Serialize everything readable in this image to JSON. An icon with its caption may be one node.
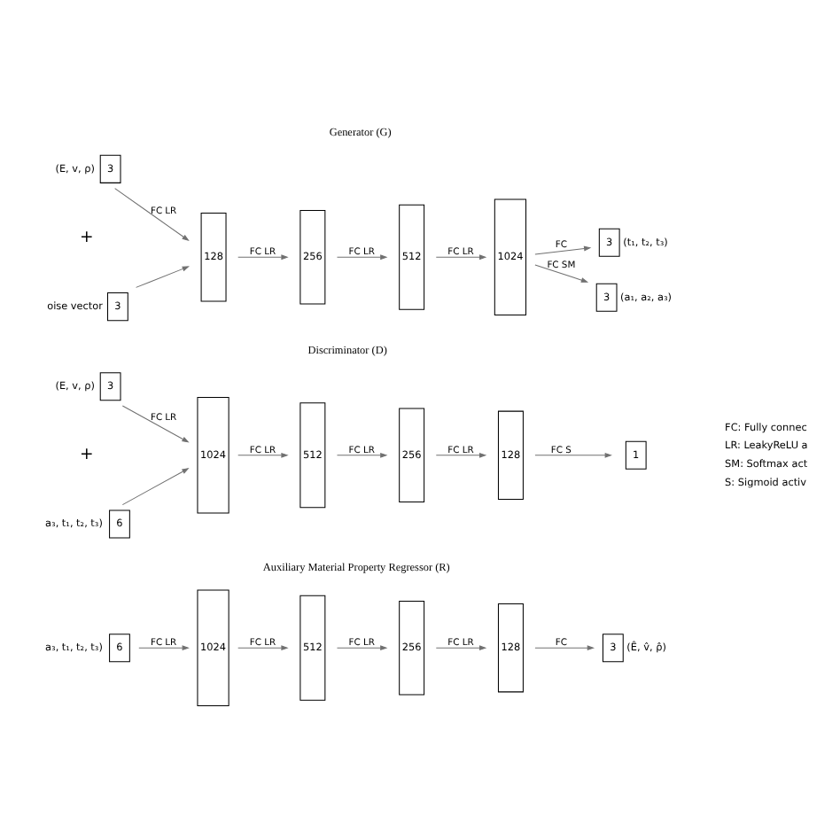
{
  "diagram": {
    "nodes": [
      {
        "text": [
          "3"
        ],
        "beside": [
          "(E, v, ρ)"
        ]
      },
      {
        "text": [
          "3"
        ],
        "beside": [
          "oise vector"
        ]
      },
      {
        "text": [
          "128"
        ]
      },
      {
        "text": [
          "256"
        ]
      },
      {
        "text": [
          "512"
        ]
      },
      {
        "text": [
          "1024"
        ]
      },
      {
        "text": [
          "3"
        ],
        "beside": [
          "(a₁, a₂, a₃)"
        ]
      },
      {
        "text": [
          "3"
        ],
        "beside": [
          "(t₁, t₂, t₃)"
        ]
      },
      {
        "text": [
          "3"
        ],
        "beside": [
          "(E, v, ρ)"
        ]
      },
      {
        "text": [
          "6"
        ],
        "beside": [
          "a₃, t₁, t₂, t₃)"
        ]
      },
      {
        "text": [
          "1024"
        ]
      },
      {
        "text": [
          "512"
        ]
      },
      {
        "text": [
          "256"
        ]
      },
      {
        "text": [
          "128"
        ]
      },
      {
        "text": [
          "1"
        ]
      },
      {
        "text": [
          "6"
        ],
        "beside": [
          "a₃, t₁, t₂, t₃)"
        ]
      },
      {
        "text": [
          "1024"
        ]
      },
      {
        "text": [
          "512"
        ]
      },
      {
        "text": [
          "256"
        ]
      },
      {
        "text": [
          "128"
        ]
      },
      {
        "text": [
          "3"
        ],
        "beside": [
          "(Ê, v̂, ρ̂)"
        ]
      }
    ],
    "edges": [
      {
        "from": 0,
        "to": 2,
        "arrow": "to",
        "label": "FC LR"
      },
      {
        "from": 1,
        "to": 2,
        "arrow": "to"
      },
      {
        "from": 2,
        "to": 3,
        "arrow": "to",
        "label": "FC LR"
      },
      {
        "from": 3,
        "to": 4,
        "arrow": "to",
        "label": "FC LR"
      },
      {
        "from": 4,
        "to": 5,
        "arrow": "to",
        "label": "FC LR"
      },
      {
        "from": 5,
        "to": 6,
        "arrow": "to",
        "label": "FC SM"
      },
      {
        "from": 5,
        "to": 7,
        "arrow": "to",
        "label": "FC"
      },
      {
        "from": 8,
        "to": 10,
        "arrow": "to",
        "label": "FC LR"
      },
      {
        "from": 9,
        "to": 10,
        "arrow": "to"
      },
      {
        "from": 10,
        "to": 11,
        "arrow": "to",
        "label": "FC LR"
      },
      {
        "from": 11,
        "to": 12,
        "arrow": "to",
        "label": "FC LR"
      },
      {
        "from": 12,
        "to": 13,
        "arrow": "to",
        "label": "FC LR"
      },
      {
        "from": 13,
        "to": 14,
        "arrow": "to",
        "label": "FC S"
      },
      {
        "from": 15,
        "to": 16,
        "arrow": "to",
        "label": "FC LR"
      },
      {
        "from": 16,
        "to": 17,
        "arrow": "to",
        "label": "FC LR"
      },
      {
        "from": 17,
        "to": 18,
        "arrow": "to",
        "label": "FC LR"
      },
      {
        "from": 18,
        "to": 19,
        "arrow": "to",
        "label": "FC LR"
      },
      {
        "from": 19,
        "to": 20,
        "arrow": "to",
        "label": "FC"
      }
    ],
    "labels": [
      "Generator (G)",
      "+",
      "Discriminator (D)",
      "+",
      "Auxiliary Material Property Regressor (R)",
      "FC: Fully connec",
      "LR: LeakyReLU a",
      "SM: Softmax act",
      "S: Sigmoid activ"
    ]
  }
}
